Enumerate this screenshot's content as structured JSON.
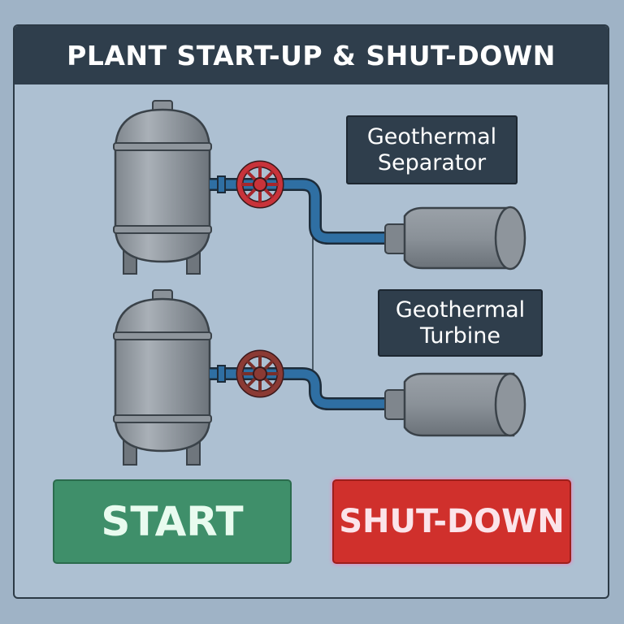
{
  "header": {
    "title": "PLANT START-UP & SHUT-DOWN"
  },
  "labels": {
    "separator_line1": "Geothermal",
    "separator_line2": "Separator",
    "turbine_line1": "Geothermal",
    "turbine_line2": "Turbine"
  },
  "buttons": {
    "start_label": "START",
    "shutdown_label": "SHUT-DOWN"
  },
  "colors": {
    "header_bg": "#2f3e4c",
    "start": "#3f8f6a",
    "shutdown": "#d0302c",
    "pipe": "#2f6fa3",
    "valve_upper": "#c8333a",
    "valve_lower": "#8b3a34"
  }
}
